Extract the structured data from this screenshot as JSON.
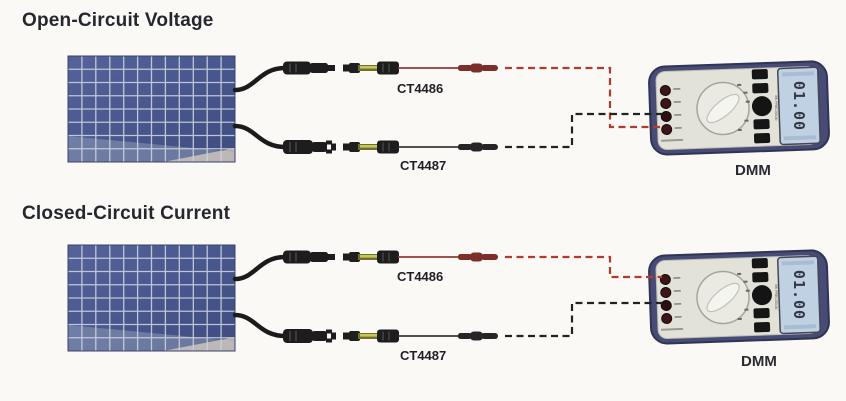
{
  "page": {
    "background": "#faf9f5"
  },
  "sections": [
    {
      "title": "Open-Circuit Voltage",
      "lead_top_label": "CT4486",
      "lead_bottom_label": "CT4487",
      "meter_label": "DMM",
      "meter_display": "01.00",
      "meter_brand": "BK PRECISION"
    },
    {
      "title": "Closed-Circuit Current",
      "lead_top_label": "CT4486",
      "lead_bottom_label": "CT4487",
      "meter_label": "DMM",
      "meter_display": "01.00",
      "meter_brand": "BK PRECISION"
    }
  ],
  "colors": {
    "background": "#faf9f5",
    "title_text": "#26262e",
    "panel_cell_dark": "#3e4c80",
    "panel_cell_light": "#55639a",
    "panel_grid": "#ccd2de",
    "cable_black": "#1b1b1b",
    "lead_red_wire": "#8f3b35",
    "lead_red_plug": "#7c2f2a",
    "lead_black_wire": "#383838",
    "connector_tip_olive": "#c6c65a",
    "dash_red": "#b23a2e",
    "dash_black": "#222222",
    "meter_holster": "#474b76",
    "meter_face": "#e2e2d9",
    "meter_lcd": "#c0d1e4",
    "meter_jack": "#3c1518"
  }
}
